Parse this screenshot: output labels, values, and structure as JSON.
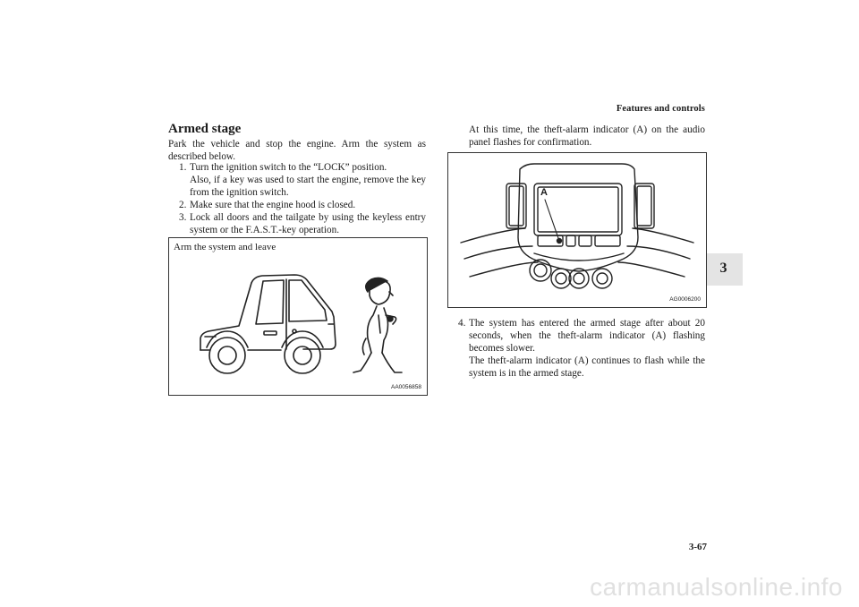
{
  "header": {
    "section": "Features and controls"
  },
  "chapter_tab": {
    "number": "3"
  },
  "left_column": {
    "title": "Armed stage",
    "intro": "Park the vehicle and stop the engine. Arm the system as described below.",
    "steps": [
      {
        "num": "1.",
        "text": "Turn the ignition switch to the “LOCK” position.",
        "note": "Also, if a key was used to start the engine, remove the key from the ignition switch."
      },
      {
        "num": "2.",
        "text": "Make sure that the engine hood is closed."
      },
      {
        "num": "3.",
        "text": "Lock all doors and the tailgate by using the keyless entry system or the F.A.S.T.-key operation."
      }
    ],
    "figure": {
      "caption": "Arm the system and leave",
      "code": "AA0056858"
    }
  },
  "right_column": {
    "intro": "At this time, the theft-alarm indicator (A) on the audio panel flashes for confirmation.",
    "figure": {
      "label_a": "A",
      "code": "AG0006200"
    },
    "step4": {
      "num": "4.",
      "text": "The system has entered the armed stage after about 20 seconds, when the theft-alarm indicator (A) flashing becomes slower.",
      "note": "The theft-alarm indicator (A) continues to flash while the system is in the armed stage."
    }
  },
  "footer": {
    "page_number": "3-67"
  },
  "watermark": {
    "text": "carmanualsonline.info"
  }
}
